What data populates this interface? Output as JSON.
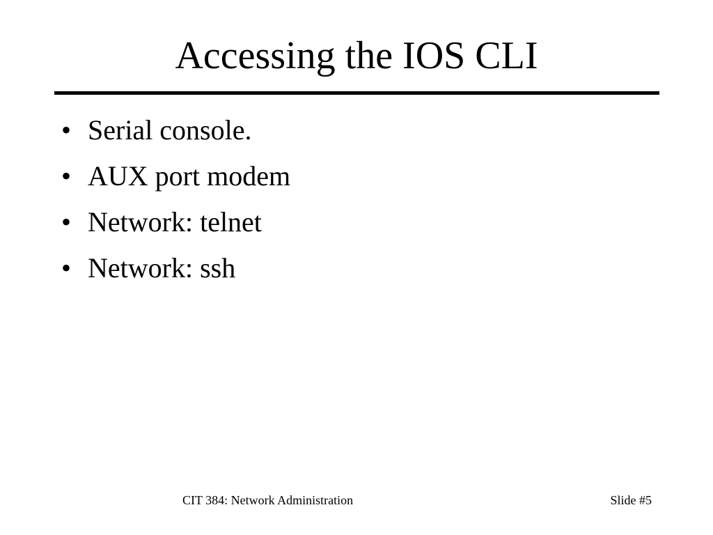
{
  "slide": {
    "title": "Accessing the IOS CLI",
    "bullet_marker": "•",
    "bullets": [
      "Serial console.",
      "AUX port modem",
      "Network: telnet",
      "Network: ssh"
    ],
    "footer": {
      "course": "CIT 384: Network Administration",
      "slide_number": "Slide #5"
    }
  }
}
